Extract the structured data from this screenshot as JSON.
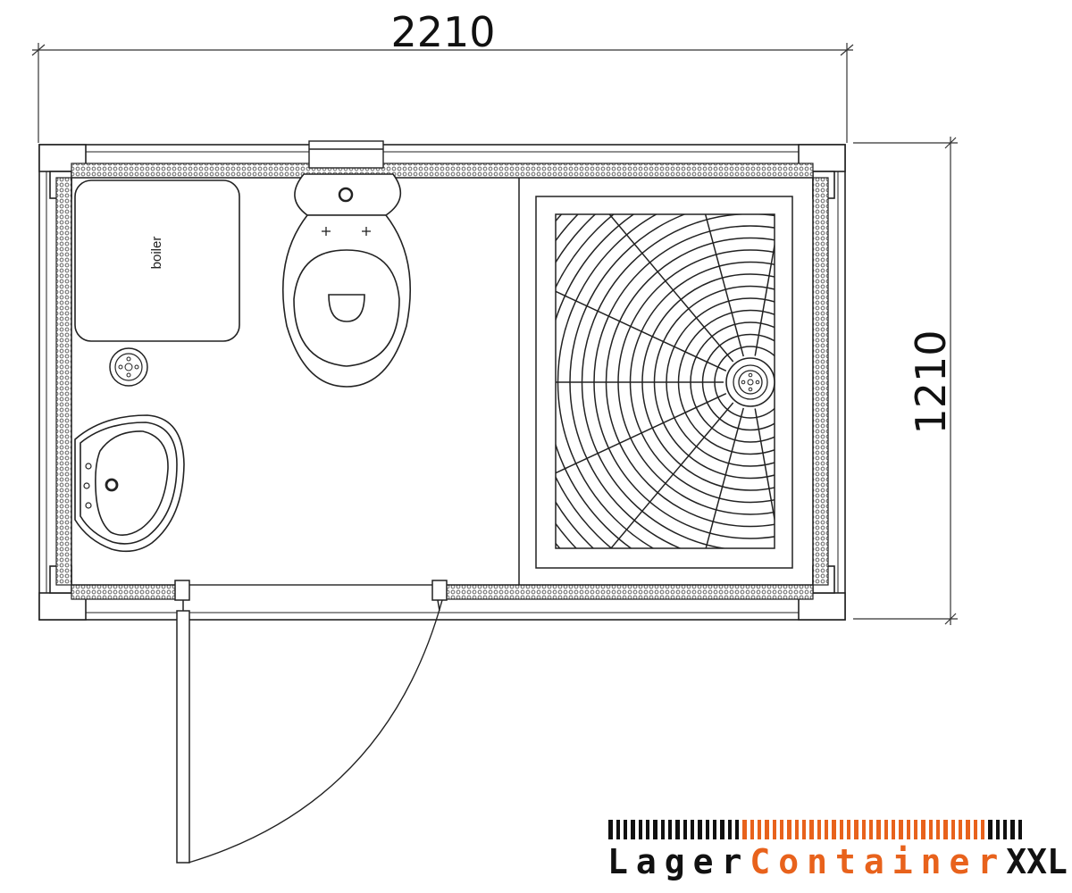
{
  "dimensions": {
    "width_label": "2210",
    "height_label": "1210"
  },
  "fixtures": {
    "boiler_label": "boiler"
  },
  "logo": {
    "part1": "Lager",
    "part2": "Container",
    "part3": "XXL",
    "colors": {
      "dark": "#111111",
      "accent": "#e8621c"
    }
  },
  "shower_tray": {
    "arc_count": 22
  }
}
